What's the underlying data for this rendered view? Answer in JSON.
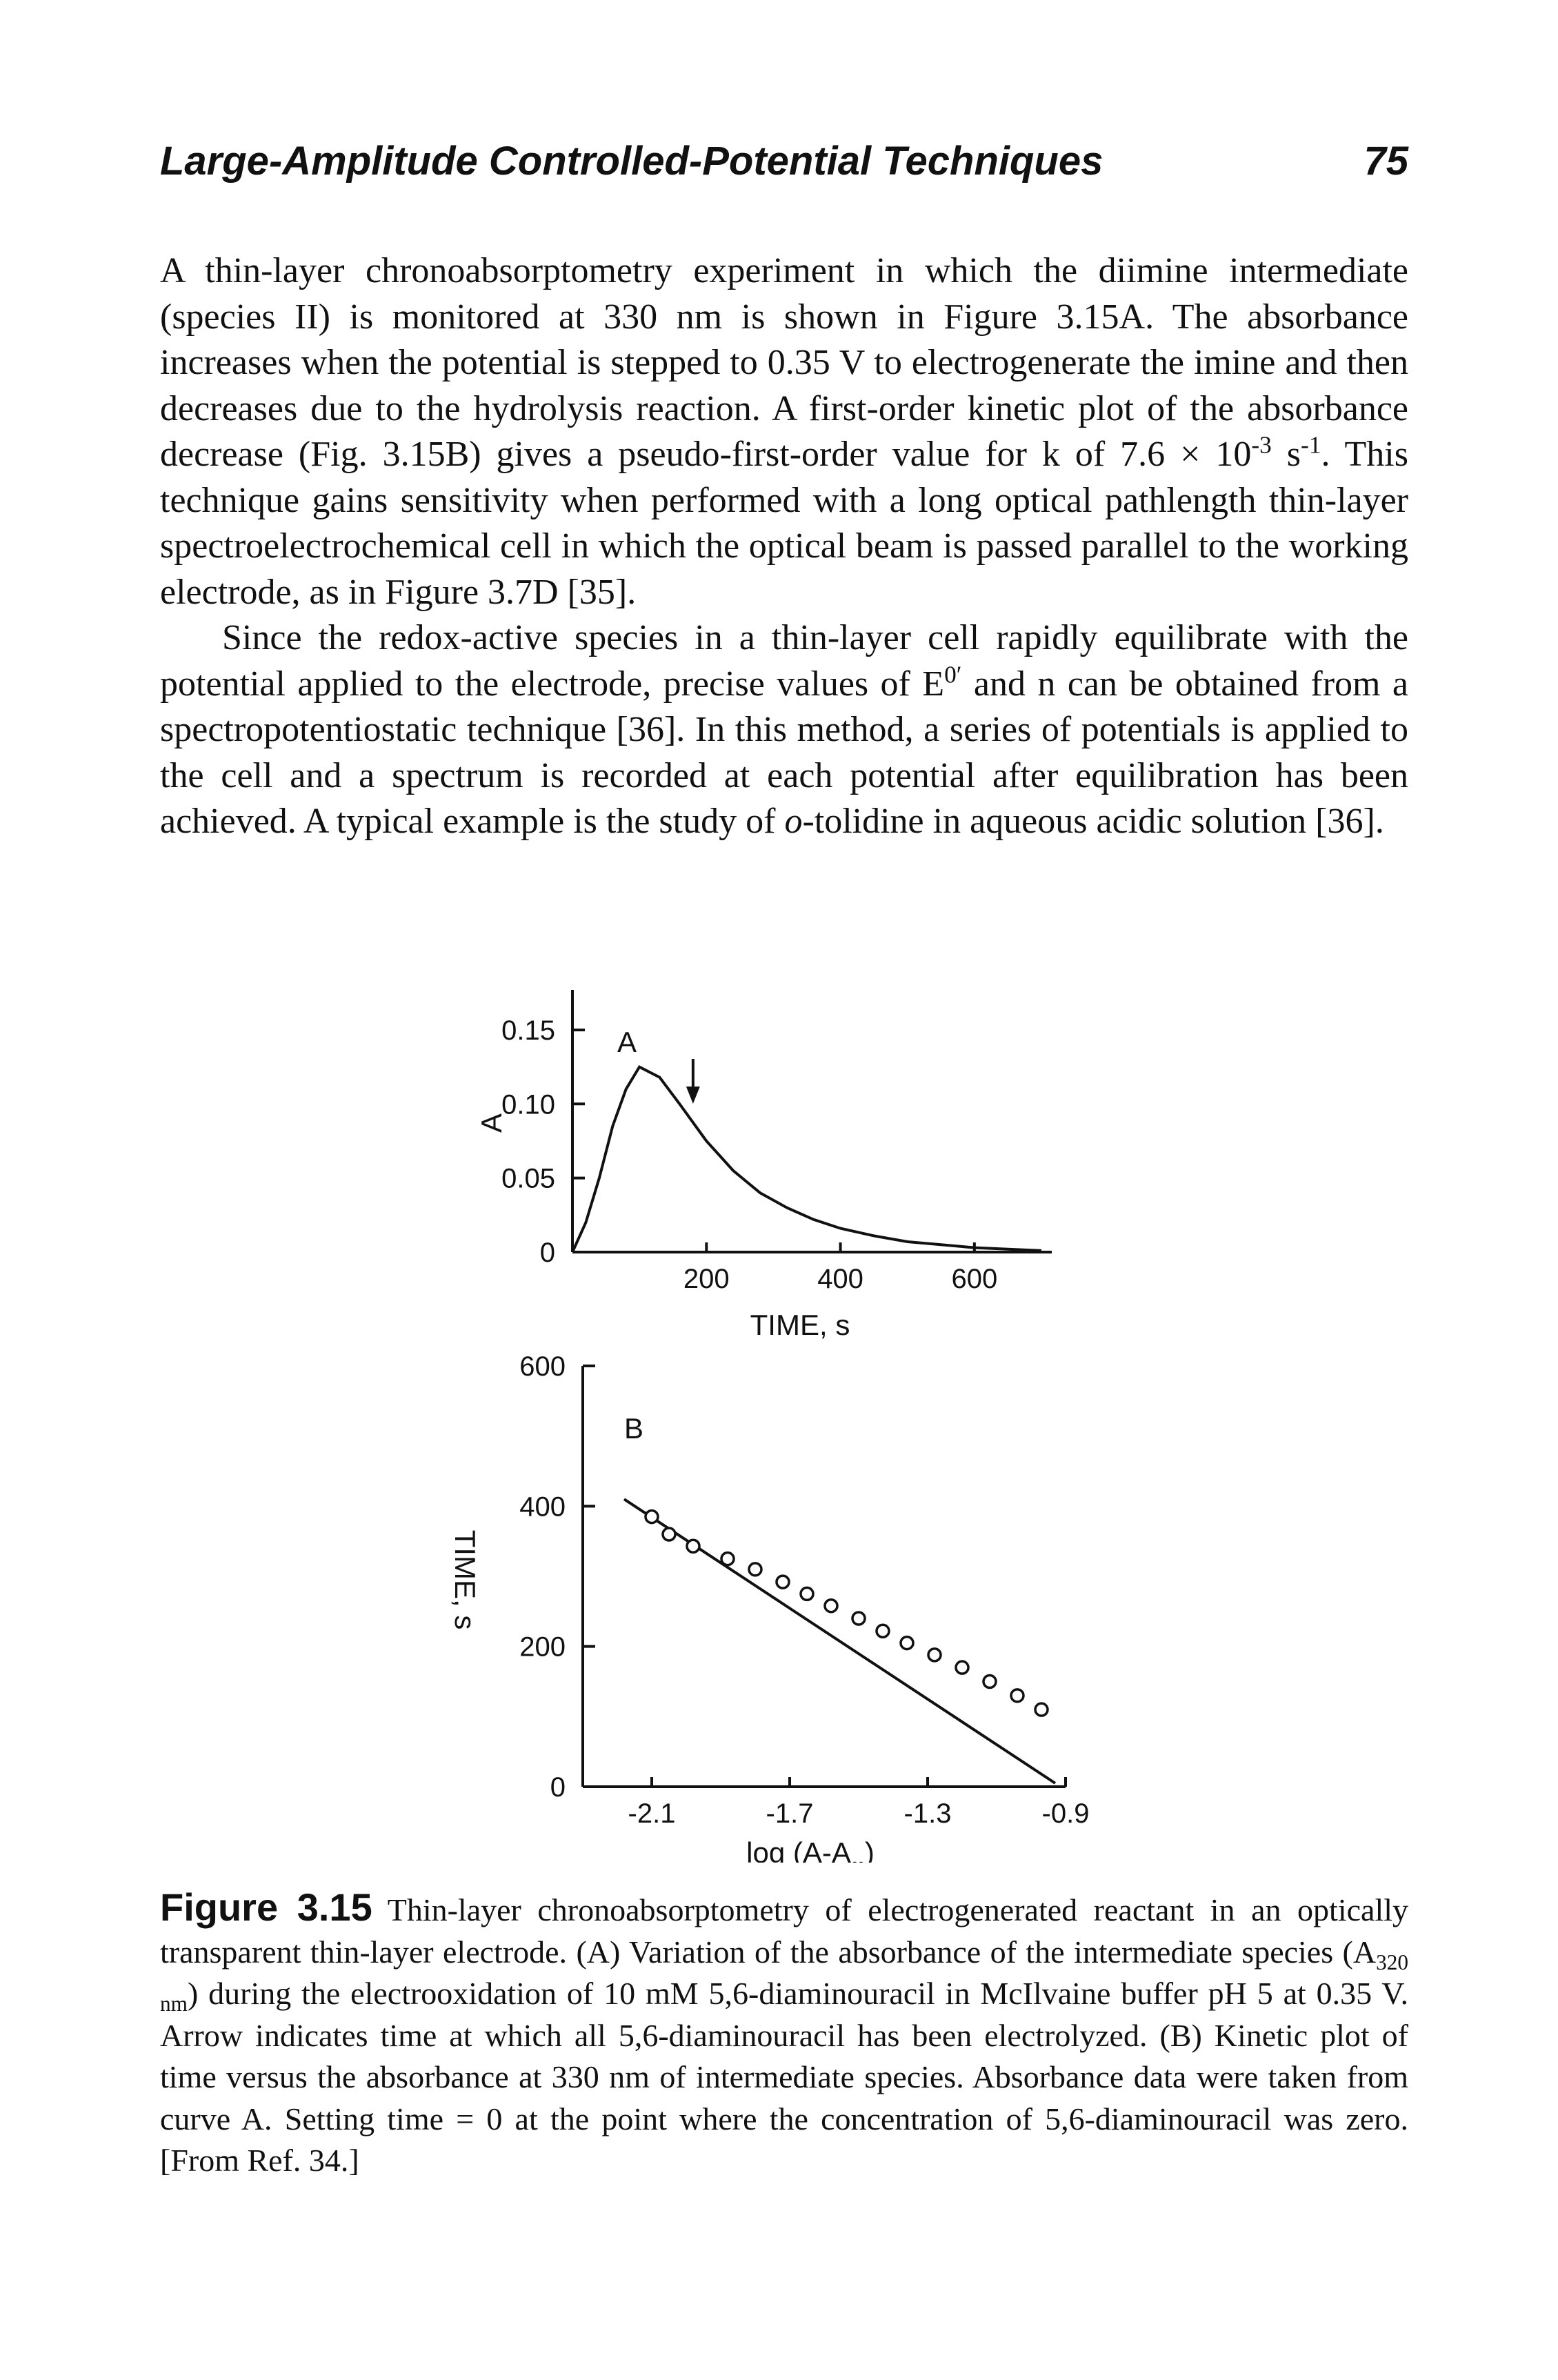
{
  "running_head": {
    "title": "Large-Amplitude Controlled-Potential Techniques",
    "page_number": "75"
  },
  "body": {
    "p1": {
      "a": "A thin-layer chronoabsorptometry experiment in which the diimine intermediate (species II) is monitored at 330 nm is shown in Figure 3.15A. The absorbance increases when the potential is stepped to 0.35 V to electrogenerate the imine and then decreases due to the hydrolysis reaction. A first-order kinetic plot of the absorbance decrease (Fig. 3.15B) gives a pseudo-first-order value for k of 7.6 × 10",
      "sup1": "-3",
      "b": " s",
      "sup2": "-1",
      "c": ". This technique gains sensitivity when performed with a long optical pathlength thin-layer spectroelectrochemical cell in which the optical beam is passed parallel to the working electrode, as in Figure 3.7D [35]."
    },
    "p2": {
      "a": "Since the redox-active species in a thin-layer cell rapidly equilibrate with the potential applied to the electrode, precise values of E",
      "sup1": "0′",
      "b": " and n can be obtained from a spectropotentiostatic technique [36]. In this method, a series of potentials is applied to the cell and a spectrum is recorded at each potential after equilibration has been achieved. A typical example is the study of ",
      "italic": "o",
      "c": "-tolidine in aqueous acidic solution [36]."
    }
  },
  "figure": {
    "colors": {
      "ink": "#111111",
      "paper": "#ffffff"
    },
    "arrow_icon": "down-arrow",
    "chart_data": [
      {
        "type": "line",
        "panel_label": "A",
        "ylabel": "A",
        "xlabel": "TIME, s",
        "y_ticks": [
          "0",
          "0.05",
          "0.10",
          "0.15"
        ],
        "x_ticks": [
          "200",
          "400",
          "600"
        ],
        "xlim": [
          0,
          700
        ],
        "ylim": [
          0,
          0.17
        ],
        "arrow_at_time_s": 180,
        "series": [
          {
            "x": [
              0,
              20,
              40,
              60,
              80,
              100,
              130,
              160,
              200,
              240,
              280,
              320,
              360,
              400,
              450,
              500,
              550,
              600,
              650,
              700
            ],
            "y": [
              0,
              0.02,
              0.05,
              0.085,
              0.11,
              0.125,
              0.118,
              0.1,
              0.075,
              0.055,
              0.04,
              0.03,
              0.022,
              0.016,
              0.011,
              0.007,
              0.005,
              0.003,
              0.002,
              0.001
            ]
          }
        ]
      },
      {
        "type": "scatter",
        "panel_label": "B",
        "ylabel": "TIME, s",
        "xlabel_main": "log (A-A",
        "xlabel_sub": "∞",
        "xlabel_end": ")",
        "y_ticks": [
          "0",
          "200",
          "400",
          "600"
        ],
        "x_ticks": [
          "-2.1",
          "-1.7",
          "-1.3",
          "-0.9"
        ],
        "xlim": [
          -2.3,
          -0.9
        ],
        "ylim": [
          0,
          600
        ],
        "points": [
          [
            -2.1,
            385
          ],
          [
            -2.05,
            360
          ],
          [
            -1.98,
            343
          ],
          [
            -1.88,
            325
          ],
          [
            -1.8,
            310
          ],
          [
            -1.72,
            292
          ],
          [
            -1.65,
            275
          ],
          [
            -1.58,
            258
          ],
          [
            -1.5,
            240
          ],
          [
            -1.43,
            222
          ],
          [
            -1.36,
            205
          ],
          [
            -1.28,
            188
          ],
          [
            -1.2,
            170
          ],
          [
            -1.12,
            150
          ],
          [
            -1.04,
            130
          ],
          [
            -0.97,
            110
          ]
        ],
        "fit_line": [
          [
            -2.18,
            410
          ],
          [
            -0.93,
            5
          ]
        ]
      }
    ]
  },
  "caption": {
    "label": "Figure 3.15",
    "a": "Thin-layer chronoabsorptometry of electrogenerated reactant in an optically transparent thin-layer electrode. (A) Variation of the absorbance of the intermediate species (A",
    "sub1": "320 nm",
    "b": ") during the electrooxidation of 10 mM 5,6-diaminouracil in McIlvaine buffer pH 5 at 0.35 V. Arrow indicates time at which all 5,6-diaminouracil has been electrolyzed. (B) Kinetic plot of time versus the absorbance at 330 nm of intermediate species. Absorbance data were taken from curve A. Setting time = 0 at the point where the concentration of 5,6-diaminouracil was zero. [From Ref. 34.]"
  }
}
